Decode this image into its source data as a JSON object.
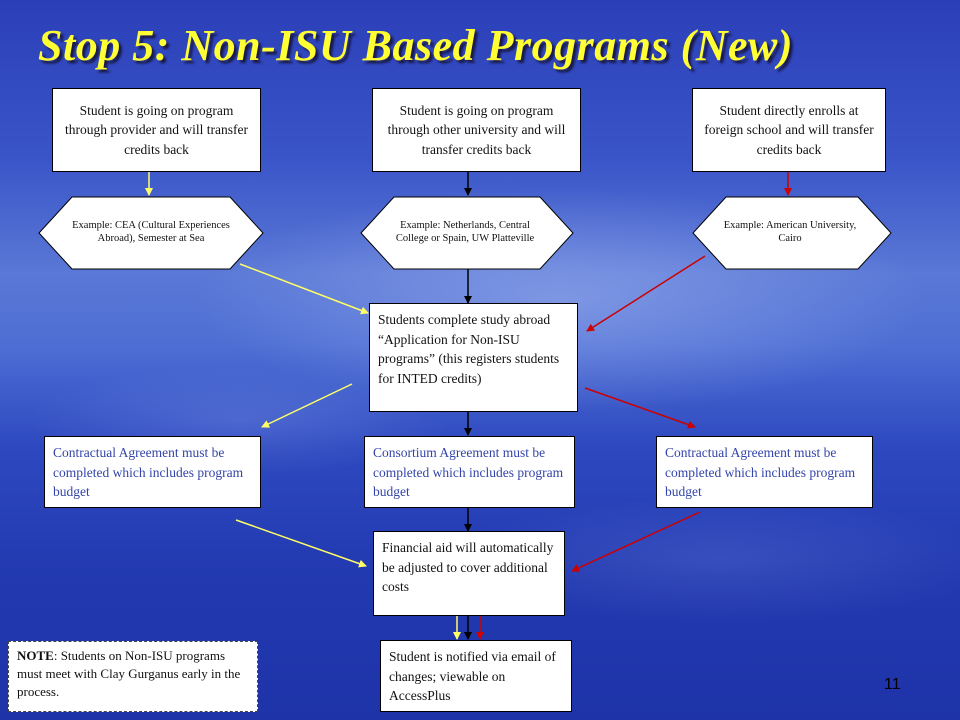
{
  "title": "Stop 5: Non-ISU Based Programs (New)",
  "boxes": {
    "provider": "Student is going on program through provider and will transfer credits back",
    "other_university": "Student is going on program through other university and will transfer credits back",
    "direct_enroll": "Student directly enrolls at foreign school and will transfer credits back",
    "application": "Students complete study abroad “Application for Non-ISU programs” (this registers students for INTED credits)",
    "contractual_left": "Contractual Agreement must be completed which includes program budget",
    "consortium": "Consortium Agreement must be completed which includes program budget",
    "contractual_right": "Contractual Agreement must be completed which includes program budget",
    "financial_aid": "Financial aid will automatically be adjusted to cover additional costs",
    "notified": "Student is notified via email of changes; viewable on AccessPlus"
  },
  "examples": {
    "provider": "Example: CEA (Cultural Experiences Abroad), Semester at Sea",
    "other_university": "Example: Netherlands, Central College or Spain, UW Platteville",
    "direct_enroll": "Example: American University, Cairo"
  },
  "note": {
    "label": "NOTE",
    "text": ":  Students on Non-ISU programs must meet with Clay Gurganus early in the process."
  },
  "page_number": "11",
  "colors": {
    "title": "#ffff33",
    "yellow_path": "#ffff66",
    "black_path": "#000000",
    "red_path": "#cc0000",
    "agreement_text": "#3344aa"
  }
}
